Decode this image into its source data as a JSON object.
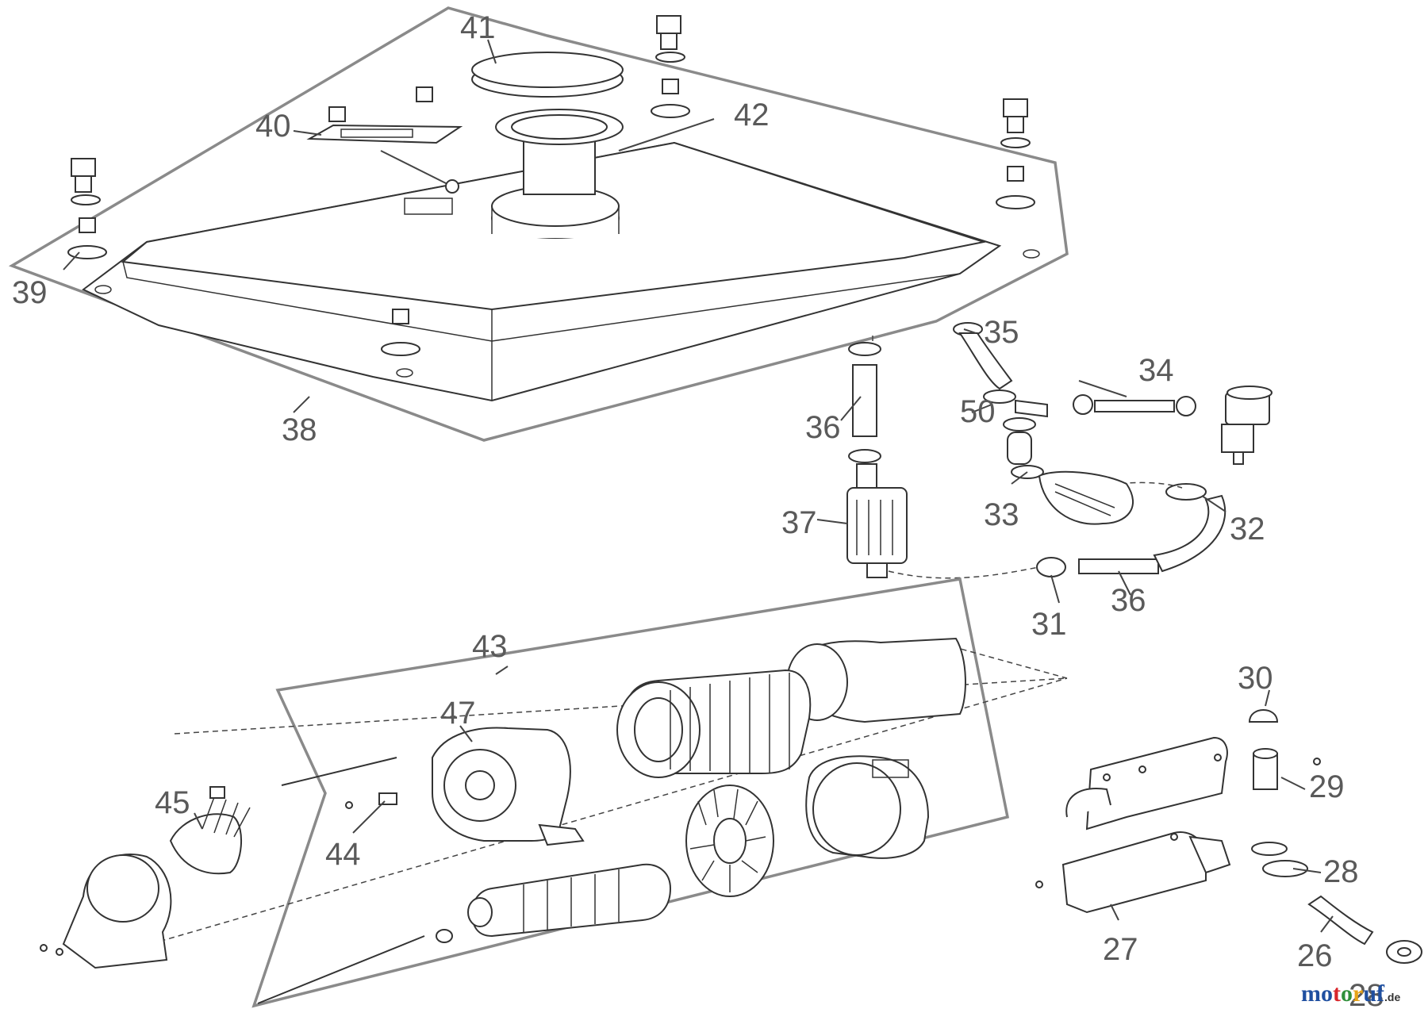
{
  "labels": {
    "p26": "26",
    "p27": "27",
    "p28": "28",
    "p29": "29",
    "p30": "30",
    "p31": "31",
    "p32": "32",
    "p33": "33",
    "p34": "34",
    "p35": "35",
    "p36a": "36",
    "p36b": "36",
    "p37": "37",
    "p38": "38",
    "p39": "39",
    "p40": "40",
    "p41": "41",
    "p42": "42",
    "p43": "43",
    "p44": "44",
    "p45": "45",
    "p47": "47",
    "p50": "50",
    "p28b": "28"
  },
  "watermark": {
    "text": "motoruf",
    "suffix": ".de",
    "colors": [
      "#1f4fa0",
      "#d9262b",
      "#2f8f3a",
      "#e8a317"
    ]
  }
}
